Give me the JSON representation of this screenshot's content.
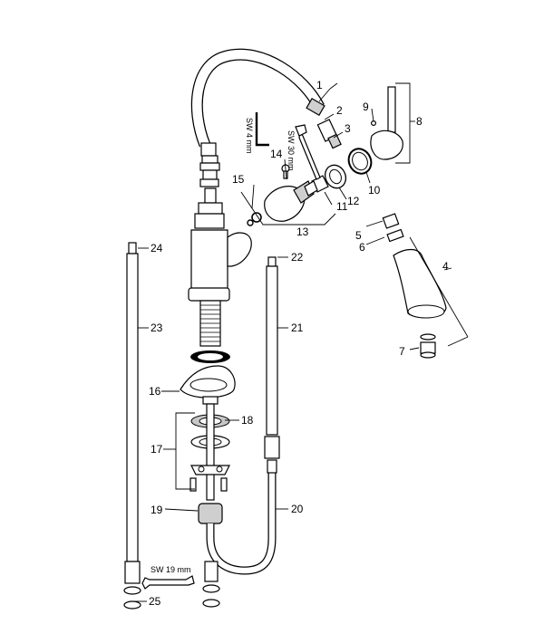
{
  "callouts": {
    "c1": "1",
    "c2": "2",
    "c3": "3",
    "c4": "4",
    "c5": "5",
    "c6": "6",
    "c7": "7",
    "c8": "8",
    "c9": "9",
    "c10": "10",
    "c11": "11",
    "c12": "12",
    "c13": "13",
    "c14": "14",
    "c15": "15",
    "c16": "16",
    "c17": "17",
    "c18": "18",
    "c19": "19",
    "c20": "20",
    "c21": "21",
    "c22": "22",
    "c23": "23",
    "c24": "24",
    "c25": "25"
  },
  "tool_labels": {
    "hex_key": "SW 4 mm",
    "wrench_30": "SW 30 mm",
    "wrench_19": "SW 19 mm"
  }
}
